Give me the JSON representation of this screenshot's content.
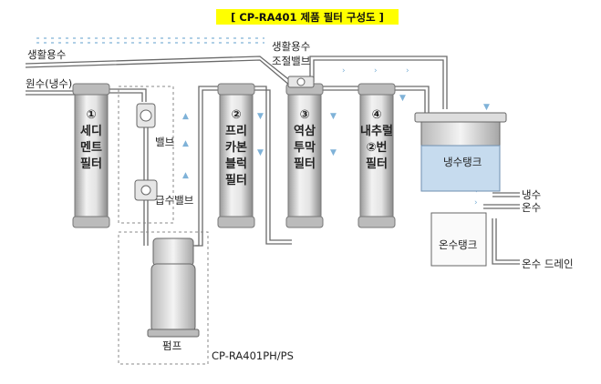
{
  "title": "[ CP-RA401 제품 필터 구성도 ]",
  "labels": {
    "domestic_water_left": "생활용수",
    "raw_water": "원수(냉수)",
    "domestic_valve_1": "생활용수",
    "domestic_valve_2": "조절밸브",
    "valve": "밸브",
    "feed_valve": "급수밸브",
    "pump": "펌프",
    "model": "CP-RA401PH/PS",
    "cold_tank": "냉수탱크",
    "hot_tank": "온수탱크",
    "cold_water": "냉수",
    "hot_water": "온수",
    "hot_drain": "온수 드레인"
  },
  "filters": [
    {
      "lines": [
        "①",
        "세디",
        "멘트",
        "필터"
      ]
    },
    {
      "lines": [
        "②",
        "프리",
        "카본",
        "블럭",
        "필터"
      ]
    },
    {
      "lines": [
        "③",
        "역삼",
        "투막",
        "필터"
      ]
    },
    {
      "lines": [
        "④",
        "내추럴",
        "②번",
        "필터"
      ]
    }
  ],
  "colors": {
    "title_bg": "#ffff00",
    "pipe": "#6a6a6a",
    "filter_body": "#dcdcdc",
    "arrow": "#7fb2d8",
    "tank_water": "#c6dbee"
  }
}
